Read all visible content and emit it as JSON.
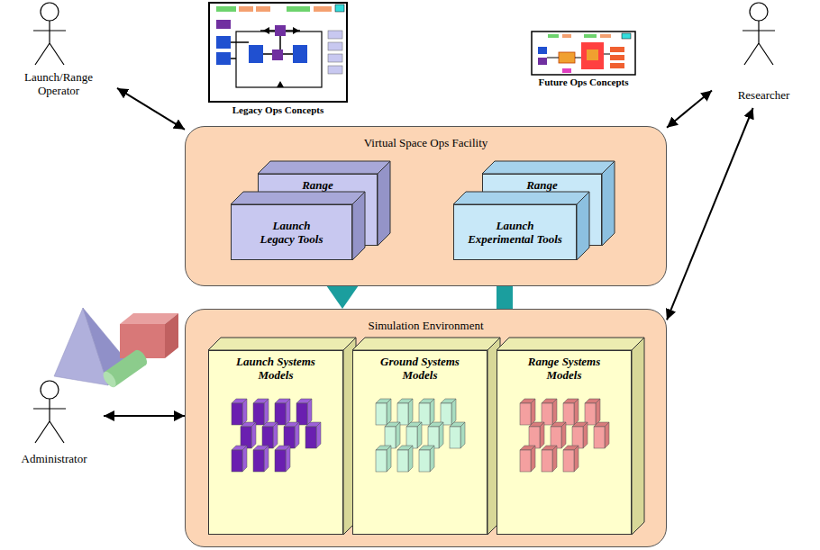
{
  "diagram": {
    "nodes": [
      {
        "text": [
          "Launch/Range Operator"
        ]
      },
      {
        "text": [
          "Researcher"
        ]
      },
      {
        "text": [
          "Virtual Space Ops Facility"
        ]
      },
      {
        "text": [
          "Range"
        ],
        "in": 2
      },
      {
        "text": [
          "Launch Legacy Tools"
        ],
        "in": 2
      },
      {
        "text": [
          "Range"
        ],
        "in": 2
      },
      {
        "text": [
          "Launch Experimental Tools"
        ],
        "in": 2
      },
      {
        "text": [
          "Simulation Environment"
        ]
      },
      {
        "text": [
          "Launch Systems Models"
        ],
        "in": 7
      },
      {
        "text": [
          "Ground Systems Models"
        ],
        "in": 7
      },
      {
        "text": [
          "Range Systems Models"
        ],
        "in": 7
      },
      {
        "text": [
          "Administrator"
        ]
      }
    ],
    "edges": [
      {
        "from": 0,
        "to": 2,
        "arrow": "both"
      },
      {
        "from": 1,
        "to": 2,
        "arrow": "both"
      },
      {
        "from": 1,
        "to": 7,
        "arrow": "both"
      },
      {
        "from": 11,
        "to": 7,
        "arrow": "both"
      },
      {
        "from": 4,
        "to": 7,
        "arrow": "to"
      },
      {
        "from": 7,
        "to": 6,
        "arrow": "to"
      }
    ],
    "labels": [
      "Legacy Ops Concepts",
      "Future Ops Concepts"
    ]
  }
}
